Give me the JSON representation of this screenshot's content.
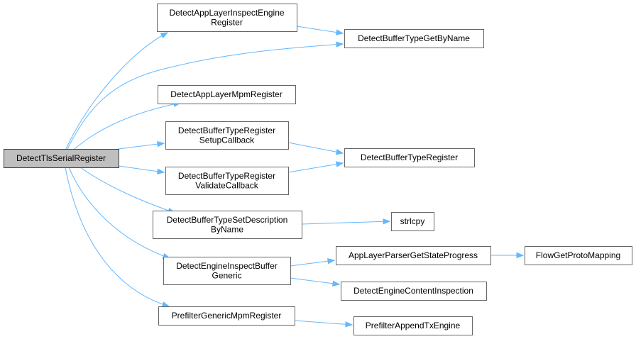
{
  "graph": {
    "colors": {
      "edge": "#63b8ff",
      "root_fill": "#bfbfbf",
      "node_border": "#666666"
    },
    "nodes": [
      {
        "id": "root",
        "name": "node-detect-tls-serial-register",
        "lines": [
          "DetectTlsSerialRegister"
        ],
        "root": true
      },
      {
        "id": "n1",
        "name": "node-detect-app-layer-inspect-engine-register",
        "lines": [
          "DetectAppLayerInspectEngine",
          "Register"
        ]
      },
      {
        "id": "n2",
        "name": "node-detect-buffer-type-get-by-name",
        "lines": [
          "DetectBufferTypeGetByName"
        ]
      },
      {
        "id": "n3",
        "name": "node-detect-app-layer-mpm-register",
        "lines": [
          "DetectAppLayerMpmRegister"
        ]
      },
      {
        "id": "n4",
        "name": "node-detect-buffer-type-register-setup-callback",
        "lines": [
          "DetectBufferTypeRegister",
          "SetupCallback"
        ]
      },
      {
        "id": "n5",
        "name": "node-detect-buffer-type-register",
        "lines": [
          "DetectBufferTypeRegister"
        ]
      },
      {
        "id": "n6",
        "name": "node-detect-buffer-type-register-validate-callback",
        "lines": [
          "DetectBufferTypeRegister",
          "ValidateCallback"
        ]
      },
      {
        "id": "n7",
        "name": "node-detect-buffer-type-set-description-by-name",
        "lines": [
          "DetectBufferTypeSetDescription",
          "ByName"
        ]
      },
      {
        "id": "n8",
        "name": "node-strlcpy",
        "lines": [
          "strlcpy"
        ]
      },
      {
        "id": "n9",
        "name": "node-detect-engine-inspect-buffer-generic",
        "lines": [
          "DetectEngineInspectBuffer",
          "Generic"
        ]
      },
      {
        "id": "n10",
        "name": "node-app-layer-parser-get-state-progress",
        "lines": [
          "AppLayerParserGetStateProgress"
        ]
      },
      {
        "id": "n11",
        "name": "node-flow-get-proto-mapping",
        "lines": [
          "FlowGetProtoMapping"
        ]
      },
      {
        "id": "n12",
        "name": "node-detect-engine-content-inspection",
        "lines": [
          "DetectEngineContentInspection"
        ]
      },
      {
        "id": "n13",
        "name": "node-prefilter-generic-mpm-register",
        "lines": [
          "PrefilterGenericMpmRegister"
        ]
      },
      {
        "id": "n14",
        "name": "node-prefilter-append-tx-engine",
        "lines": [
          "PrefilterAppendTxEngine"
        ]
      }
    ],
    "edges": [
      {
        "from": "root",
        "to": "n1"
      },
      {
        "from": "root",
        "to": "n2"
      },
      {
        "from": "root",
        "to": "n3"
      },
      {
        "from": "root",
        "to": "n4"
      },
      {
        "from": "root",
        "to": "n6"
      },
      {
        "from": "root",
        "to": "n7"
      },
      {
        "from": "root",
        "to": "n9"
      },
      {
        "from": "root",
        "to": "n13"
      },
      {
        "from": "n1",
        "to": "n2"
      },
      {
        "from": "n4",
        "to": "n5"
      },
      {
        "from": "n6",
        "to": "n5"
      },
      {
        "from": "n7",
        "to": "n8"
      },
      {
        "from": "n9",
        "to": "n10"
      },
      {
        "from": "n9",
        "to": "n12"
      },
      {
        "from": "n10",
        "to": "n11"
      },
      {
        "from": "n13",
        "to": "n14"
      }
    ]
  }
}
